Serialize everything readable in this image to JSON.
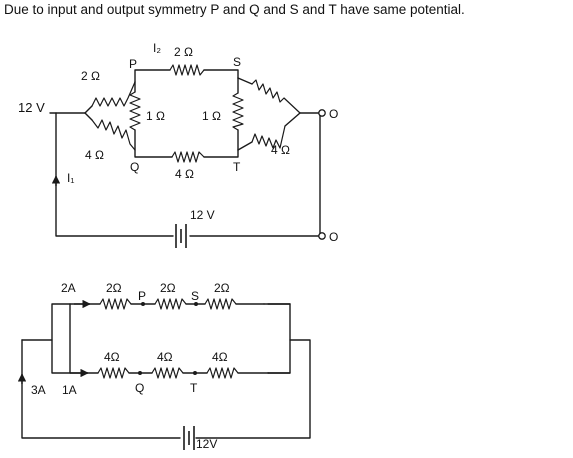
{
  "heading": "Due to input and output symmetry P and Q and S and T have same potential.",
  "circuit1": {
    "source_left": "12 V",
    "source_bottom": "12 V",
    "current_top": "I₂",
    "current_left": "I₁",
    "nodes": {
      "p": "P",
      "q": "Q",
      "s": "S",
      "t": "T",
      "out1": "O",
      "out2": "O"
    },
    "resistors": {
      "left_upper": "2 Ω",
      "left_lower": "4 Ω",
      "top": "2 Ω",
      "bottom": "4 Ω",
      "middle_pq": "1 Ω",
      "middle_st": "1 Ω",
      "right_lower": "4 Ω"
    }
  },
  "circuit2": {
    "resistors": {
      "top1": "2Ω",
      "top2": "2Ω",
      "top3": "2Ω",
      "bot1": "4Ω",
      "bot2": "4Ω",
      "bot3": "4Ω"
    },
    "nodes": {
      "p": "P",
      "s": "S",
      "q": "Q",
      "t": "T"
    },
    "current_top": "2A",
    "current_total": "3A",
    "current_bottom": "1A",
    "source": "12V"
  },
  "colors": {
    "ink": "#1a1a1a",
    "background": "#ffffff"
  }
}
